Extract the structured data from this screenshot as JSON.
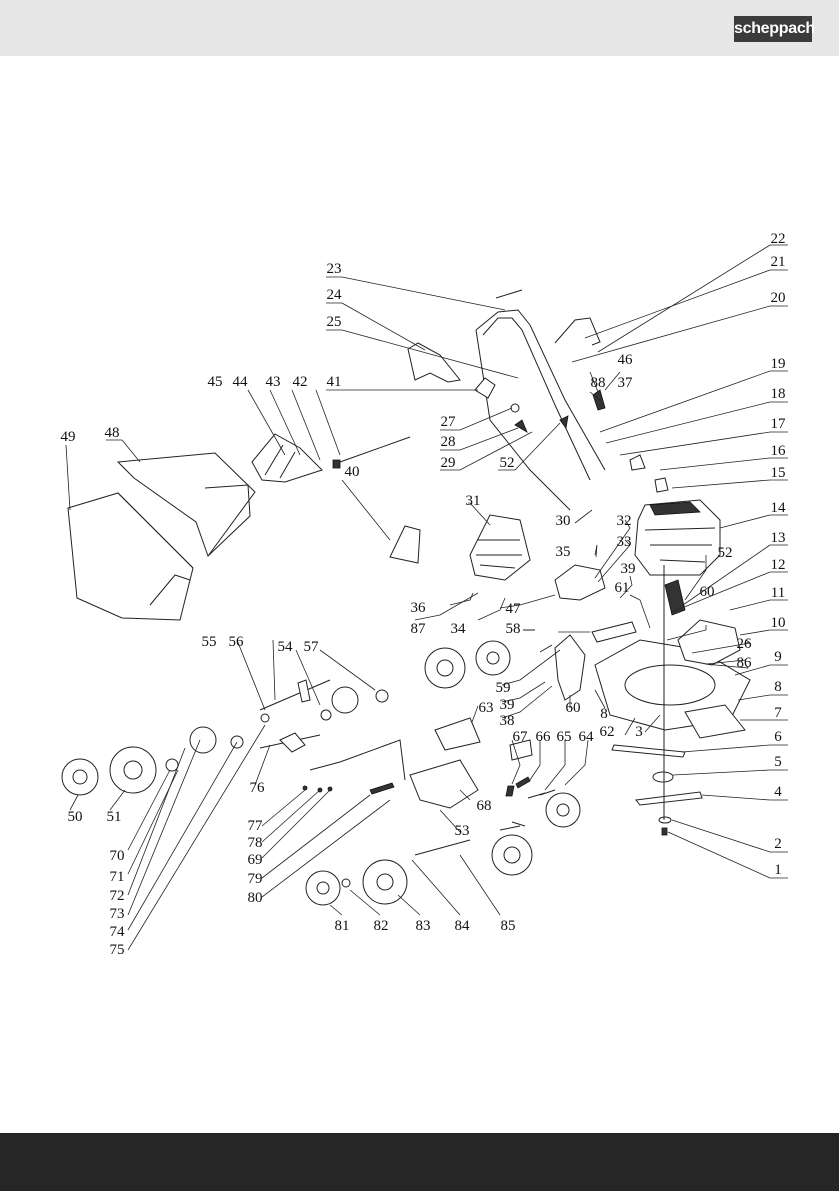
{
  "brand": {
    "logo_text": "scheppach"
  },
  "callouts": [
    "1",
    "2",
    "3",
    "4",
    "5",
    "6",
    "7",
    "8",
    "9",
    "10",
    "11",
    "12",
    "13",
    "14",
    "15",
    "16",
    "17",
    "18",
    "19",
    "20",
    "21",
    "22",
    "23",
    "24",
    "25",
    "26",
    "27",
    "28",
    "29",
    "30",
    "31",
    "32",
    "33",
    "34",
    "35",
    "36",
    "37",
    "38",
    "39",
    "40",
    "41",
    "42",
    "43",
    "44",
    "45",
    "46",
    "47",
    "48",
    "49",
    "50",
    "51",
    "52",
    "53",
    "54",
    "55",
    "56",
    "57",
    "58",
    "59",
    "60",
    "61",
    "62",
    "63",
    "64",
    "65",
    "66",
    "67",
    "68",
    "69",
    "70",
    "71",
    "72",
    "73",
    "74",
    "75",
    "76",
    "77",
    "78",
    "79",
    "80",
    "81",
    "82",
    "83",
    "84",
    "85",
    "86",
    "87",
    "88"
  ],
  "colors": {
    "header_bg": "#e7e7e7",
    "footer_bg": "#262626",
    "logo_bg": "#3b3b3b"
  }
}
